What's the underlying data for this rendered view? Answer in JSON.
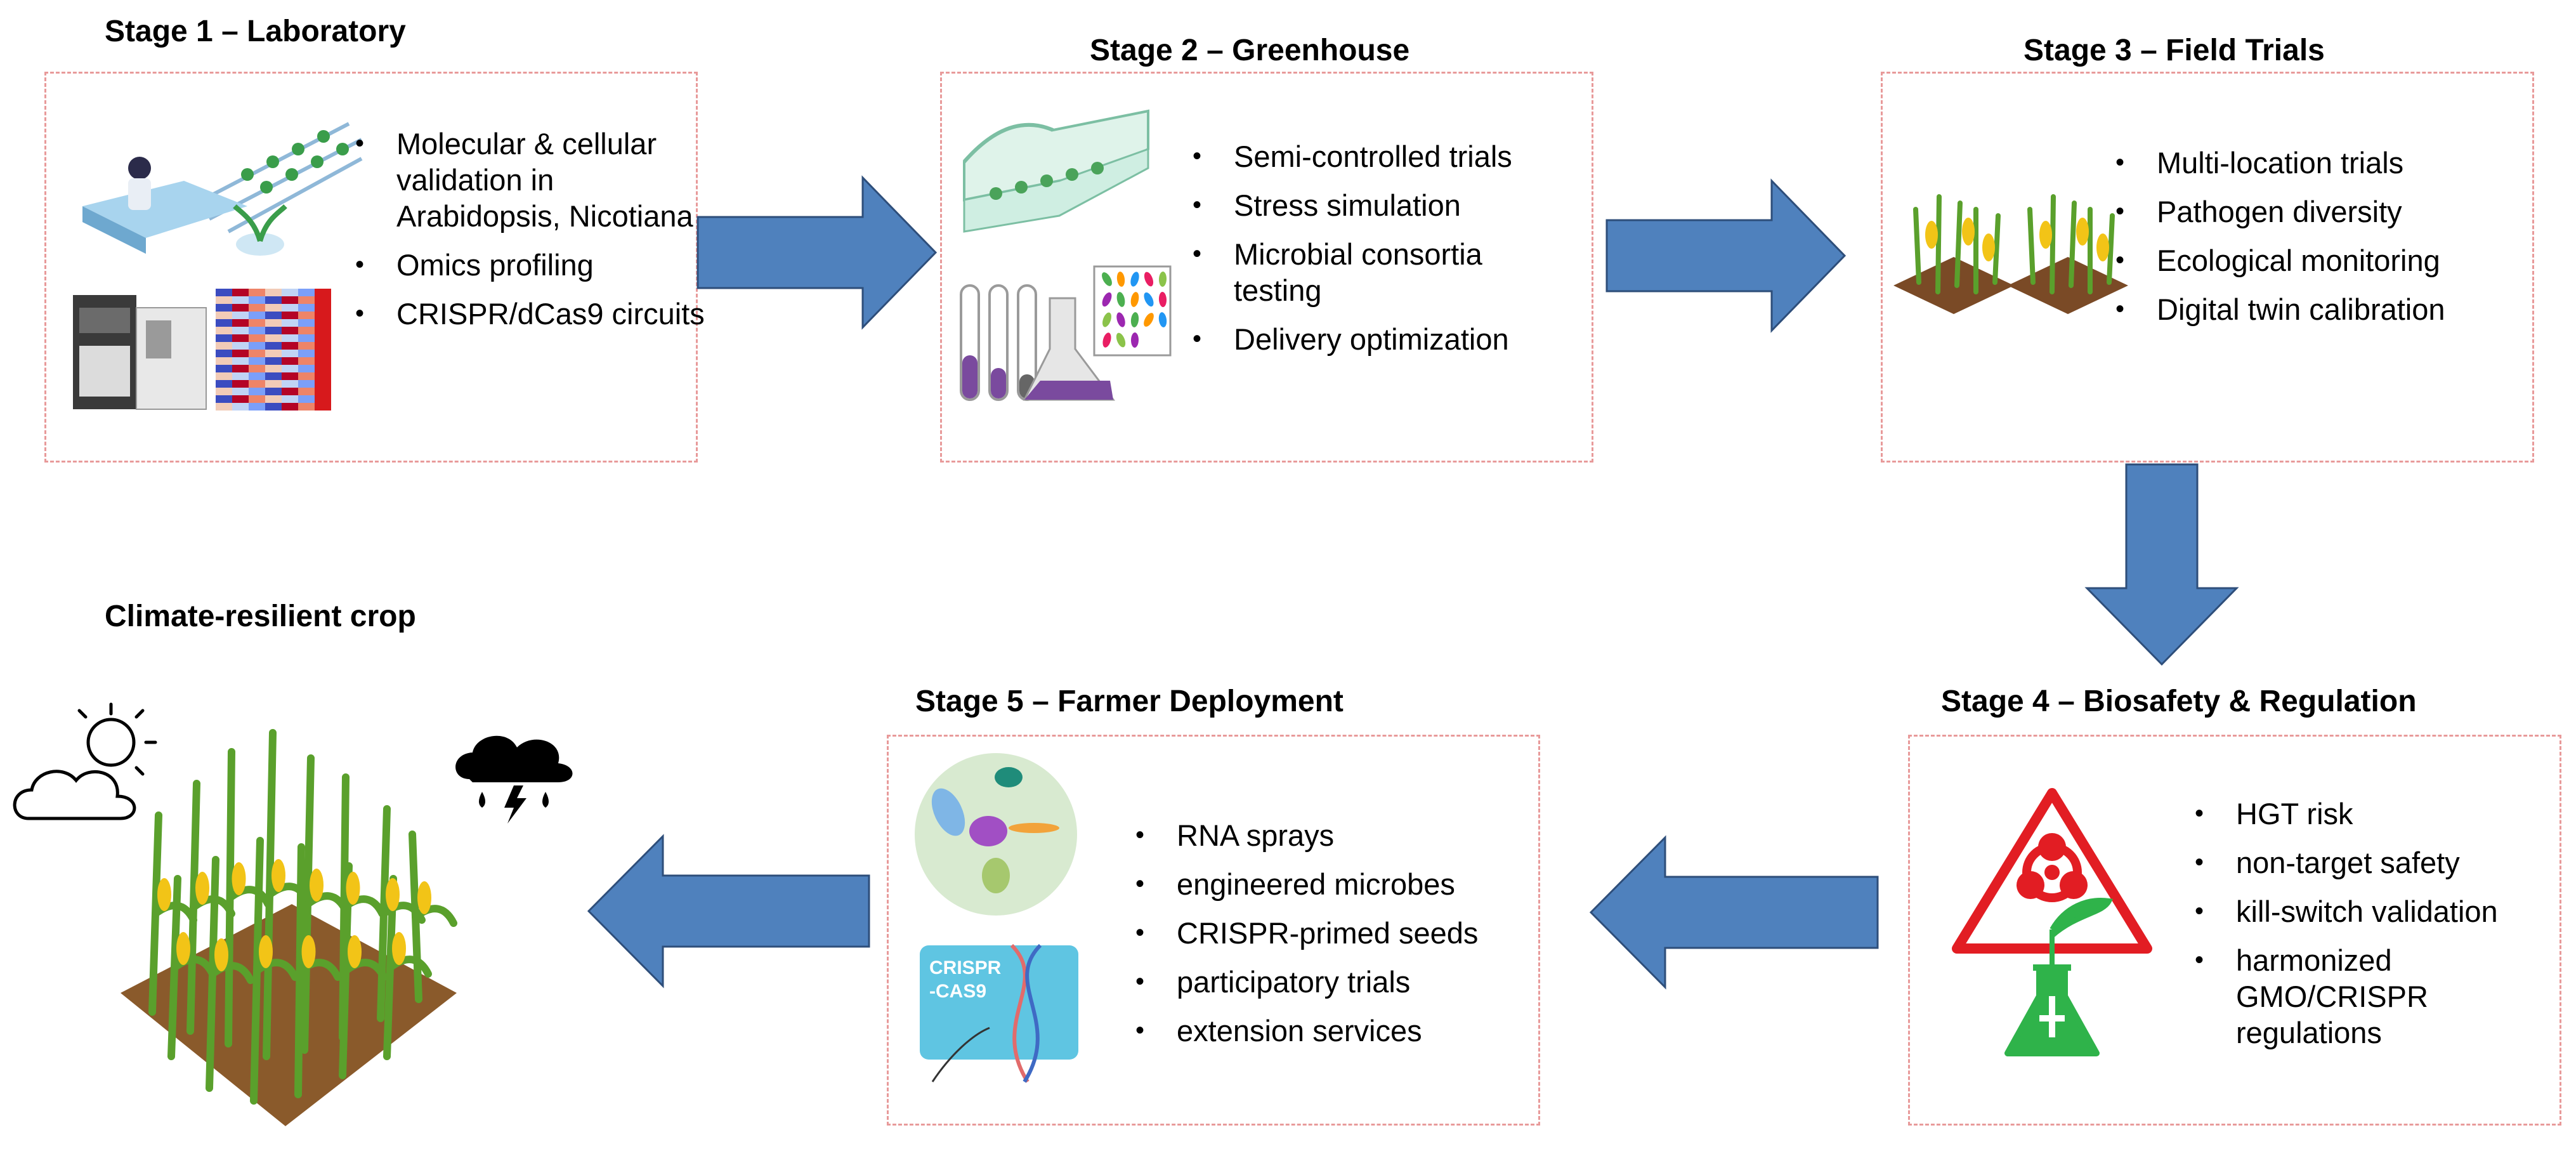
{
  "stages": [
    {
      "title": "Stage 1 – Laboratory",
      "items": [
        "Molecular & cellular validation in Arabidopsis, Nicotiana",
        " Omics profiling",
        "CRISPR/dCas9 circuits"
      ]
    },
    {
      "title": "Stage 2 – Greenhouse",
      "items": [
        "Semi-controlled trials",
        "Stress simulation",
        "Microbial consortia testing",
        "Delivery optimization"
      ]
    },
    {
      "title": "Stage 3 – Field Trials",
      "items": [
        "Multi-location trials",
        " Pathogen diversity",
        "Ecological monitoring",
        "Digital twin calibration"
      ]
    },
    {
      "title": "Stage 4 – Biosafety & Regulation",
      "items": [
        "HGT risk",
        " non-target safety",
        " kill-switch validation",
        " harmonized GMO/CRISPR regulations"
      ]
    },
    {
      "title": "Stage 5 – Farmer Deployment",
      "items": [
        "RNA sprays",
        "engineered microbes",
        "CRISPR-primed seeds",
        "participatory trials",
        "extension services"
      ]
    }
  ],
  "outcome": {
    "title": "Climate-resilient crop"
  },
  "icons": {
    "lab": "lab-scientist-icon",
    "greenhouse": "greenhouse-icon",
    "field": "crop-field-icon",
    "biohazard": "biohazard-icon",
    "microbes": "microbes-icon",
    "crispr": "crispr-card-icon",
    "weather": "weather-icon"
  },
  "crispr_card": {
    "label_line1": "CRISPR",
    "label_line2": "-CAS9"
  },
  "colors": {
    "arrow": "#4f81bd",
    "arrow_stroke": "#2e4e7a",
    "box_border": "#e89a9a",
    "biohazard_red": "#e21d23",
    "flask_green": "#2fb34a"
  }
}
